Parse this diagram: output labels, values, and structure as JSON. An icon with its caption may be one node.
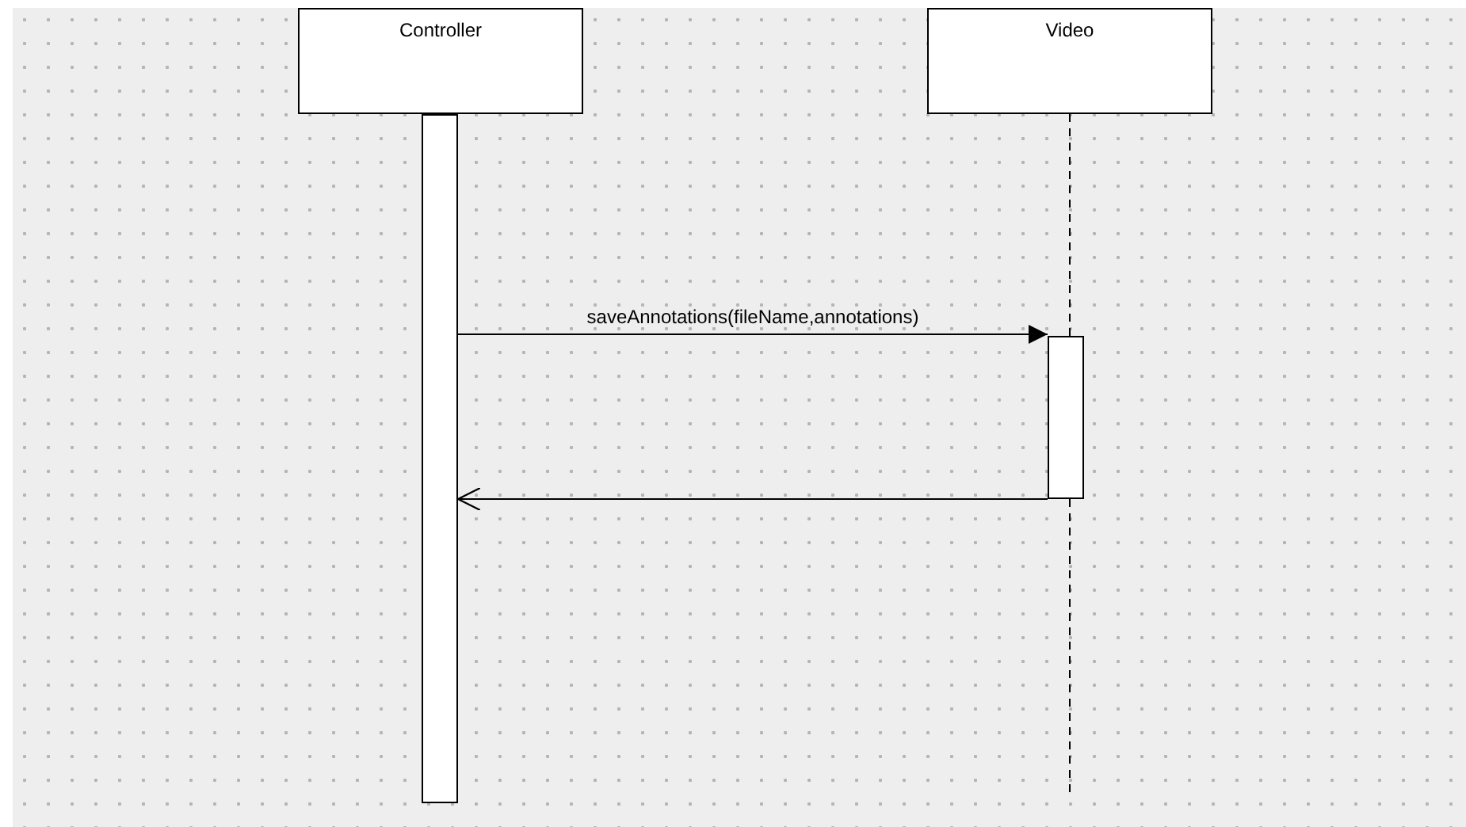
{
  "diagram": {
    "nodes": [
      {
        "text": [
          "Controller"
        ]
      },
      {
        "text": [
          "Video"
        ]
      },
      {
        "text": [],
        "shape": "bar"
      },
      {
        "text": [],
        "shape": "bar"
      }
    ],
    "edges": [
      {
        "from": 1,
        "to": 3,
        "arrow": "none",
        "style": "dashed"
      },
      {
        "from": 2,
        "to": 3,
        "arrow": "to",
        "label": "saveAnnotations(fileName,annotations)"
      },
      {
        "from": 3,
        "to": 2,
        "arrow": "to"
      }
    ]
  }
}
